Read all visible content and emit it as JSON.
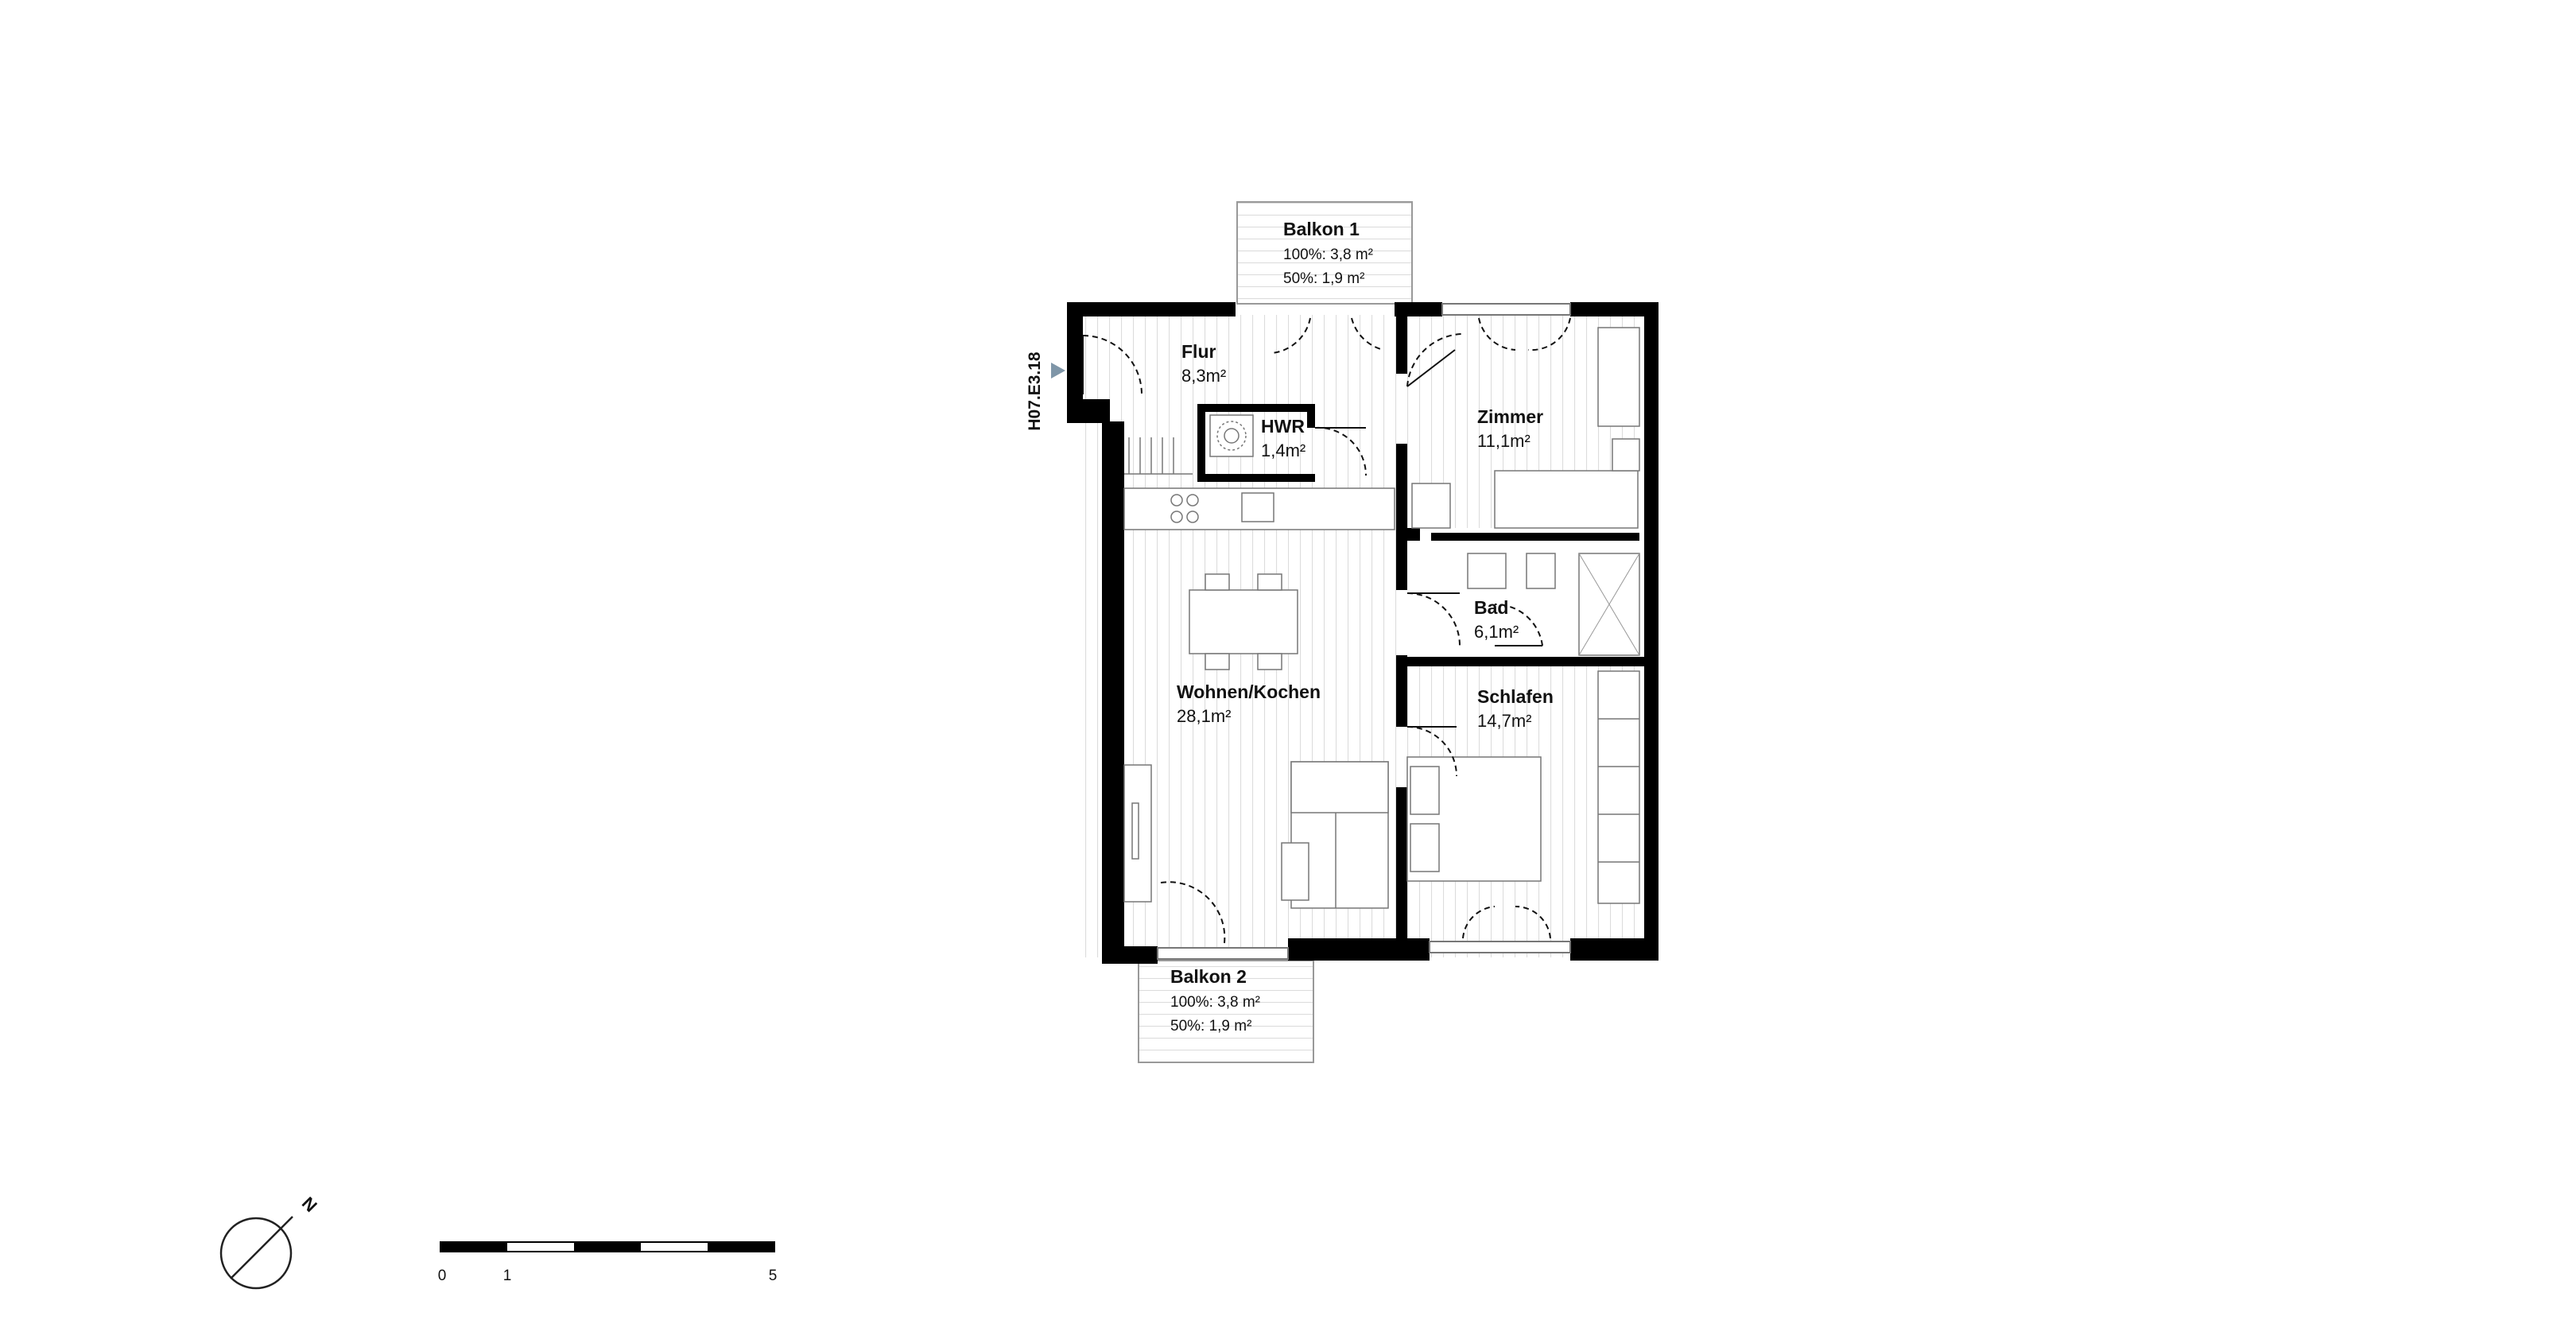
{
  "unit": {
    "id": "H07.E3.18"
  },
  "rooms": {
    "flur": {
      "name": "Flur",
      "area": "8,3m²"
    },
    "hwr": {
      "name": "HWR",
      "area": "1,4m²"
    },
    "zimmer": {
      "name": "Zimmer",
      "area": "11,1m²"
    },
    "bad": {
      "name": "Bad",
      "area": "6,1m²"
    },
    "wohnen": {
      "name": "Wohnen/Kochen",
      "area": "28,1m²"
    },
    "schlafen": {
      "name": "Schlafen",
      "area": "14,7m²"
    }
  },
  "balconies": {
    "b1": {
      "name": "Balkon 1",
      "full": "100%: 3,8 m²",
      "half": "50%: 1,9 m²"
    },
    "b2": {
      "name": "Balkon 2",
      "full": "100%: 3,8 m²",
      "half": "50%: 1,9 m²"
    }
  },
  "north": {
    "label": "N"
  },
  "scale": {
    "labels": [
      "0",
      "1",
      "5"
    ]
  },
  "colors": {
    "wall": "#000000",
    "floor_lines": "#d9d9d9",
    "accent": "#7f96a8"
  }
}
